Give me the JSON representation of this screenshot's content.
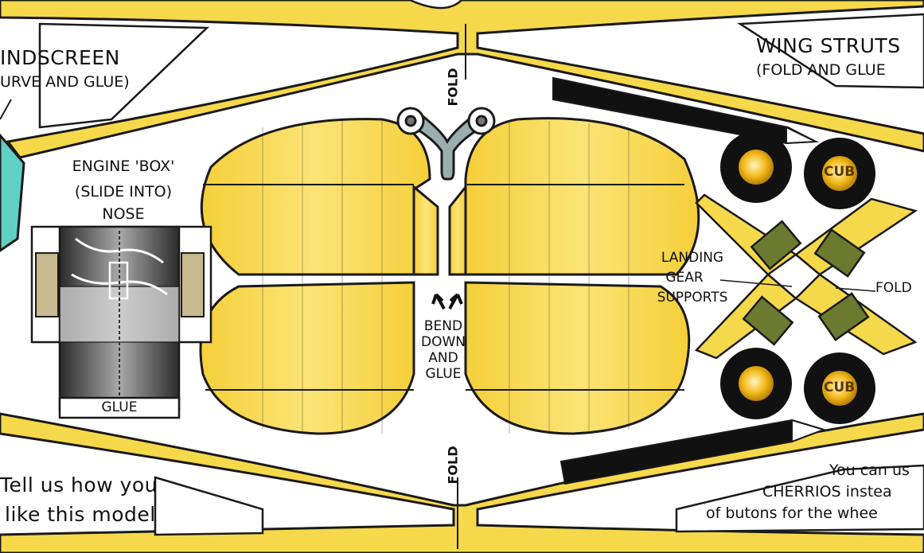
{
  "labels": {
    "windscreen": "INDSCREEN",
    "windscreen_note": "URVE AND GLUE)",
    "wing_struts": "WING STRUTS",
    "wing_struts_note": "(FOLD AND GLUE",
    "engine_box_1": "ENGINE 'BOX'",
    "engine_box_2": "(SLIDE INTO)",
    "engine_box_3": "NOSE",
    "engine_glue": "GLUE",
    "fold_top": "FOLD",
    "fold_bottom": "FOLD",
    "fold_right": "FOLD",
    "bend_1": "BEND",
    "bend_2": "DOWN",
    "bend_3": "AND",
    "bend_4": "GLUE",
    "landing_1": "LANDING",
    "landing_2": "GEAR",
    "landing_3": "SUPPORTS",
    "wheel_label": "CUB",
    "tell_us_1": "Tell us how you",
    "tell_us_2": "like this model",
    "cherrios_1": "You can us",
    "cherrios_2": "CHERRIOS instea",
    "cherrios_3": "of butons for the whee"
  },
  "colors": {
    "paper_yellow": "#f6d94a",
    "wing_yellow": "#f9de55",
    "outline": "#1a1a1a",
    "wheel_black": "#111111",
    "wheel_hub": "#f0b400",
    "gear_green": "#6b7a2e",
    "teal": "#5fd1c4",
    "engine_gray": "#7a7a7a",
    "clip_gray": "#9aaeb0"
  }
}
